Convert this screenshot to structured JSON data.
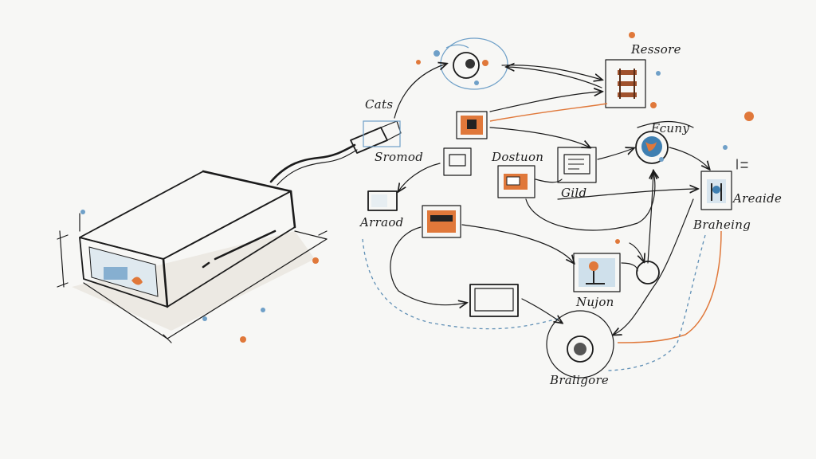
{
  "labels": {
    "cats": "Cats",
    "ressore": "Ressore",
    "sromod": "Sromod",
    "dostuon": "Dostuon",
    "fcuny": "Fcuny",
    "arraod": "Arraod",
    "gild": "Gild",
    "areaide": "Areaide",
    "braheing": "Braheing",
    "nujon": "Nujon",
    "braligore": "Braligore"
  },
  "colors": {
    "ink": "#1b1b1b",
    "accent_orange": "#e0783a",
    "accent_blue": "#6fa0c8",
    "device_blue": "#a9c7da"
  }
}
